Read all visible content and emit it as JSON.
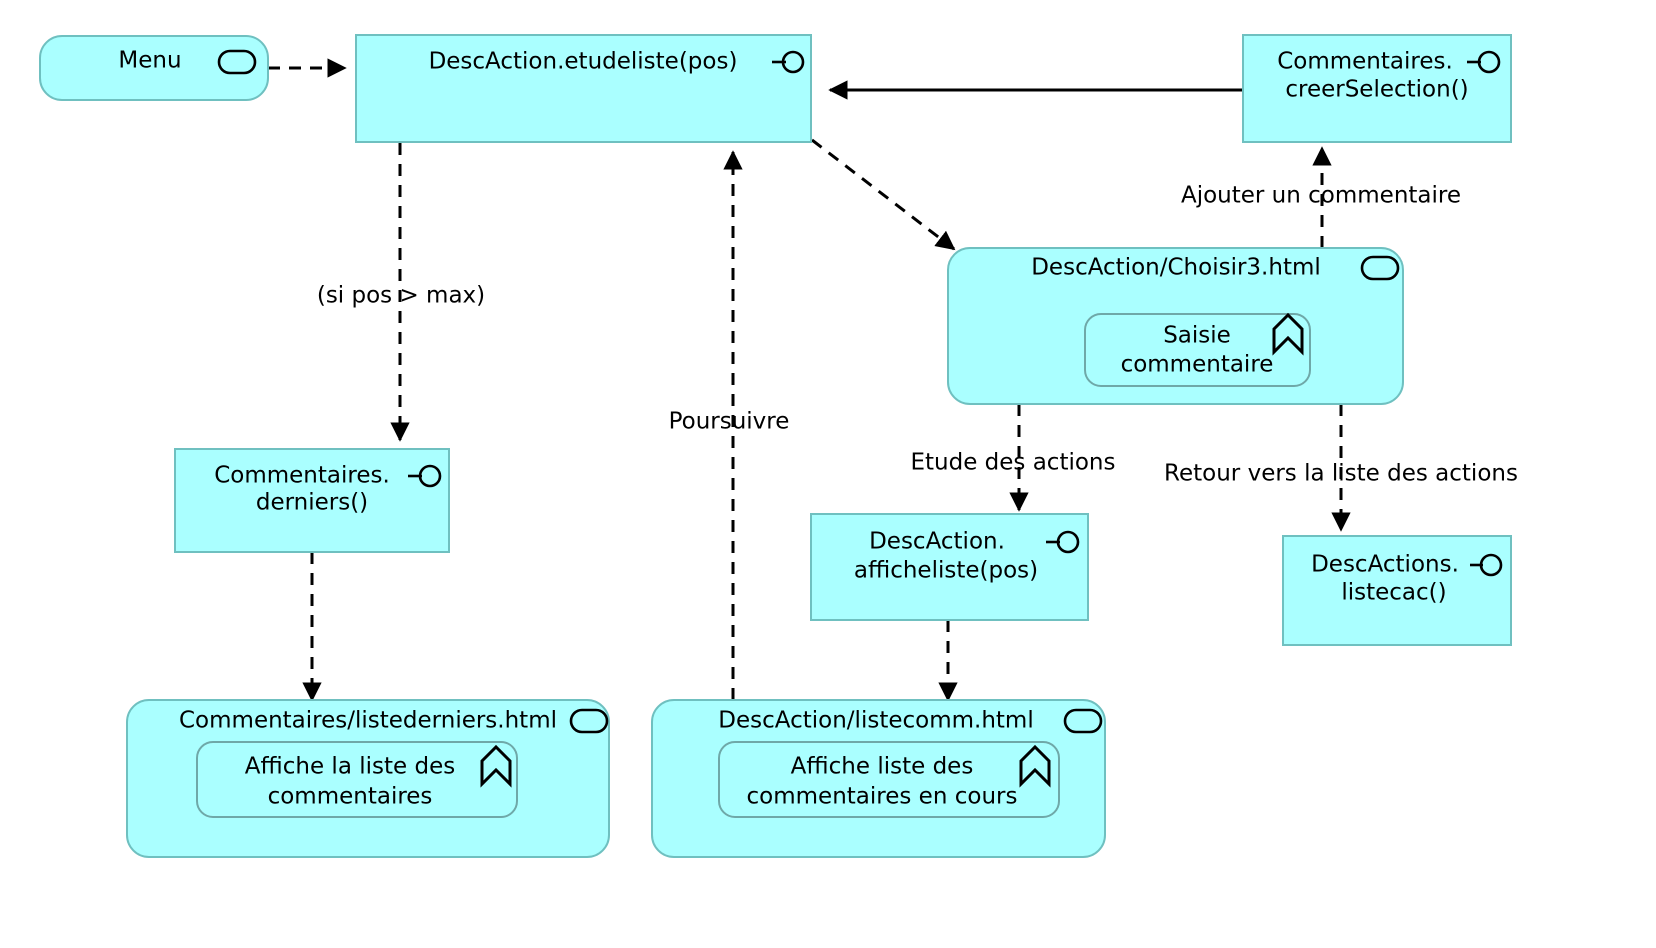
{
  "diagram": {
    "title": "Navigation diagram DescAction / Commentaires",
    "background_color": "#ffffff",
    "node_fill_color": "#aaffff",
    "node_stroke_color": "#6fc0c0",
    "line_color": "#000000"
  },
  "nodes": {
    "menu": {
      "label": "Menu",
      "icon": "page-icon",
      "shape": "rounded"
    },
    "etudeliste": {
      "label": "DescAction.etudeliste(pos)",
      "icon": "interface-lollipop-icon",
      "shape": "rect"
    },
    "creer_selection": {
      "line1": "Commentaires.",
      "line2": "creerSelection()",
      "icon": "interface-lollipop-icon",
      "shape": "rect"
    },
    "choisir3": {
      "label": "DescAction/Choisir3.html",
      "icon": "page-icon",
      "shape": "rounded",
      "inner": {
        "line1": "Saisie",
        "line2": "commentaire",
        "icon": "chevron-up-icon"
      }
    },
    "derniers": {
      "line1": "Commentaires.",
      "line2": "derniers()",
      "icon": "interface-lollipop-icon",
      "shape": "rect"
    },
    "afficheliste": {
      "line1": "DescAction.",
      "line2": "afficheliste(pos)",
      "icon": "interface-lollipop-icon",
      "shape": "rect"
    },
    "listecac": {
      "line1": "DescActions.",
      "line2": "listecac()",
      "icon": "interface-lollipop-icon",
      "shape": "rect"
    },
    "listederniers": {
      "label": "Commentaires/listederniers.html",
      "icon": "page-icon",
      "shape": "rounded",
      "inner": {
        "line1": "Affiche la liste des",
        "line2": "commentaires",
        "icon": "chevron-up-icon"
      }
    },
    "listecomm": {
      "label": "DescAction/listecomm.html",
      "icon": "page-icon",
      "shape": "rounded",
      "inner": {
        "line1": "Affiche liste des",
        "line2": "commentaires en cours",
        "icon": "chevron-up-icon"
      }
    }
  },
  "edges": {
    "menu_to_etudeliste": {
      "label": "",
      "style": "dashed"
    },
    "etudeliste_to_derniers": {
      "label": "(si pos > max)",
      "style": "dashed"
    },
    "listecomm_to_etudeliste": {
      "label": "Poursuivre",
      "style": "dashed"
    },
    "etudeliste_to_choisir3": {
      "label": "",
      "style": "dashed"
    },
    "creerselection_to_etudeliste": {
      "label": "",
      "style": "solid"
    },
    "choisir3_to_creerselection": {
      "label": "Ajouter un commentaire",
      "style": "dashed"
    },
    "choisir3_to_afficheliste": {
      "label": "Etude des actions",
      "style": "dashed"
    },
    "choisir3_to_listecac": {
      "label": "Retour vers la liste des actions",
      "style": "dashed"
    },
    "derniers_to_listederniers": {
      "label": "",
      "style": "dashed"
    },
    "afficheliste_to_listecomm": {
      "label": "",
      "style": "dashed"
    }
  }
}
